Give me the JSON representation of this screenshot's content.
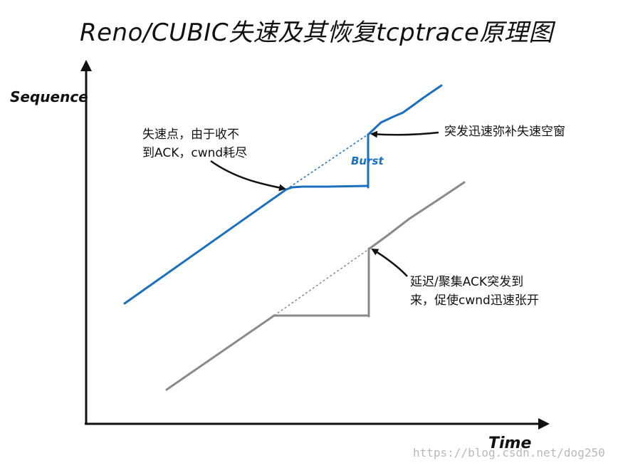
{
  "title": "Reno/CUBIC失速及其恢复tcptrace原理图",
  "axes": {
    "y_label": "Sequence",
    "x_label": "Time"
  },
  "annotations": {
    "stall_line1": "失速点，由于收不",
    "stall_line2": "到ACK，cwnd耗尽",
    "burst_recover": "突发迅速弥补失速空窗",
    "delayed_ack_line1": "延迟/聚集ACK突发到",
    "delayed_ack_line2": "来，促使cwnd迅速张开"
  },
  "burst_label": "Burst",
  "watermark": "https://blog.csdn.net/dog250",
  "colors": {
    "blue_series": "#1a6fbf",
    "gray_series": "#8a8a8a",
    "axis": "#111111"
  }
}
